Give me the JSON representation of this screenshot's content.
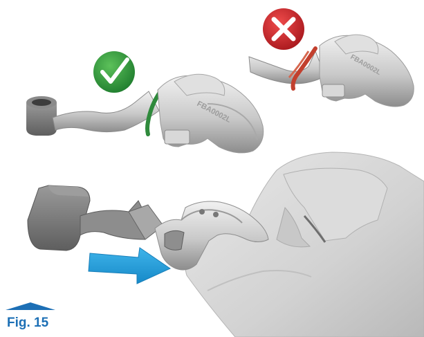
{
  "figure": {
    "label": "Fig. 15",
    "accent_color": "#1c6fb5"
  },
  "correct_example": {
    "status_icon": "check-icon",
    "icon_color": "#2e9a3a",
    "marking_color": "#2f8a3c",
    "engraving": "FBA0002L"
  },
  "incorrect_example": {
    "status_icon": "cross-icon",
    "icon_color": "#d2262b",
    "marking_color": "#c2402e",
    "engraving": "FBA0002L"
  },
  "insertion": {
    "direction_icon": "arrow-right-icon",
    "arrow_color": "#1e9ad6"
  }
}
